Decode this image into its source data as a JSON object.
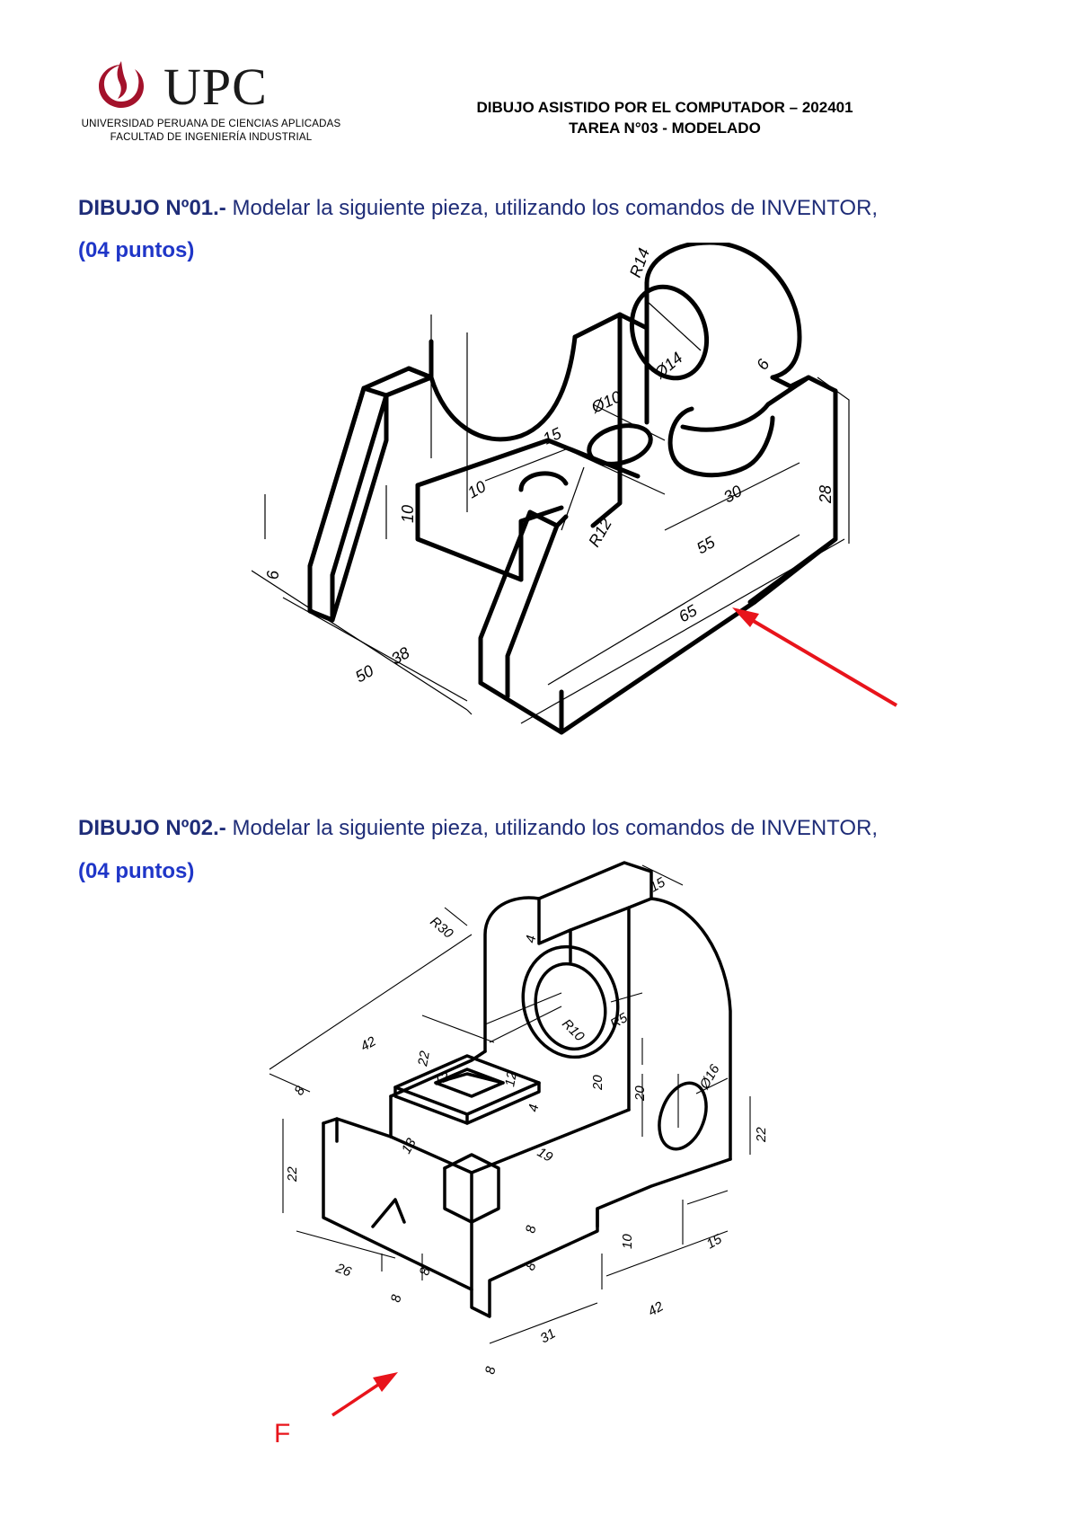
{
  "header": {
    "logo_word": "UPC",
    "logo_line1": "UNIVERSIDAD PERUANA DE CIENCIAS APLICADAS",
    "logo_line2": "FACULTAD DE INGENIERÍA INDUSTRIAL",
    "course_title": "DIBUJO ASISTIDO POR EL COMPUTADOR – 202401",
    "task_title": "TAREA N°03 - MODELADO"
  },
  "exercise1": {
    "label": "DIBUJO Nº01.-",
    "instruction": "Modelar la siguiente pieza, utilizando los comandos de INVENTOR,",
    "points": "(04 puntos)",
    "dimensions": [
      "R14",
      "Ø14",
      "6",
      "Ø10",
      "15",
      "10",
      "28",
      "10",
      "6",
      "30",
      "R12",
      "55",
      "65",
      "38",
      "50"
    ]
  },
  "exercise2": {
    "label": "DIBUJO Nº02.-",
    "instruction": "Modelar la siguiente pieza, utilizando los comandos de INVENTOR,",
    "points": "(04 puntos)",
    "dimensions": [
      "15",
      "R30",
      "4",
      "R10",
      "R5",
      "42",
      "8",
      "22",
      "12",
      "12",
      "4",
      "20",
      "20",
      "Ø16",
      "22",
      "13",
      "19",
      "22",
      "8",
      "10",
      "8",
      "15",
      "26",
      "8",
      "8",
      "31",
      "42",
      "8"
    ],
    "view_label": "F"
  },
  "colors": {
    "heading_text": "#1f2d78",
    "points_text": "#1f36c8",
    "arrow": "#e8141b",
    "logo_red": "#a3122b"
  }
}
